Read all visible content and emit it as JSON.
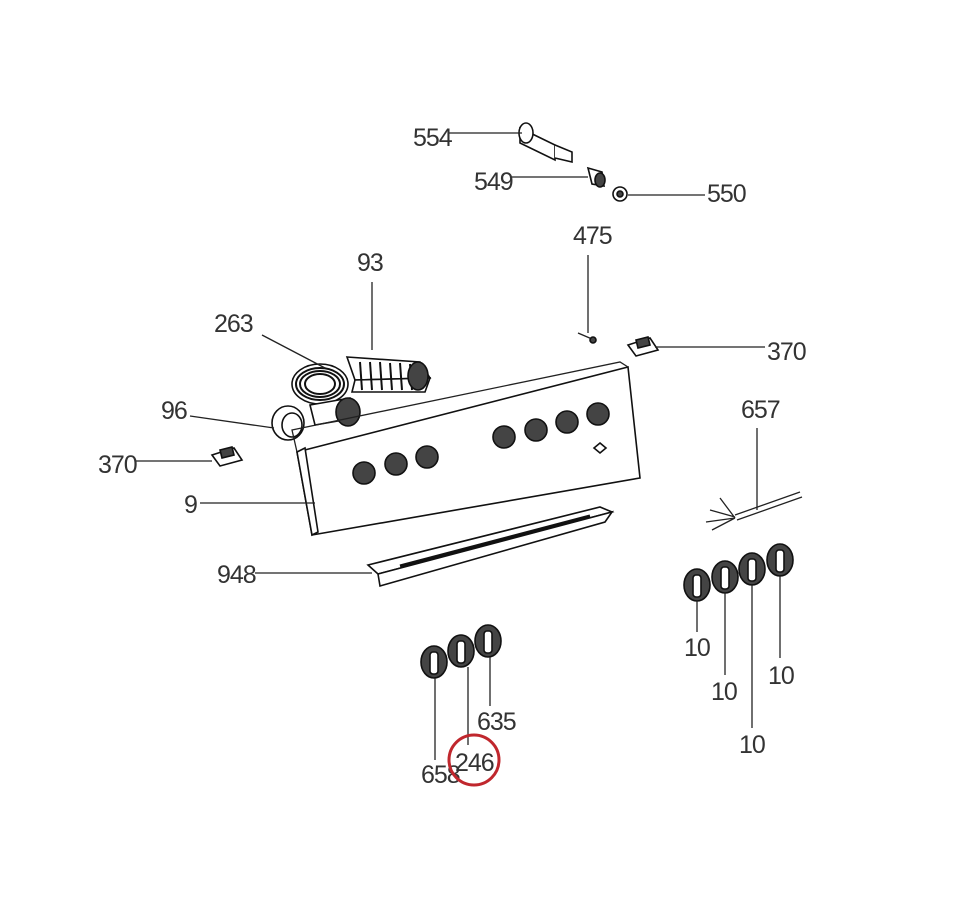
{
  "diagram": {
    "labels": {
      "p554": "554",
      "p549": "549",
      "p550": "550",
      "p475": "475",
      "p93": "93",
      "p263": "263",
      "p370_right": "370",
      "p96": "96",
      "p370_left": "370",
      "p657": "657",
      "p9": "9",
      "p948": "948",
      "p10_a": "10",
      "p10_b": "10",
      "p10_c": "10",
      "p10_d": "10",
      "p658": "658",
      "p246": "246",
      "p635": "635"
    },
    "highlighted_part": "246",
    "highlight_color": "#c0272d"
  }
}
